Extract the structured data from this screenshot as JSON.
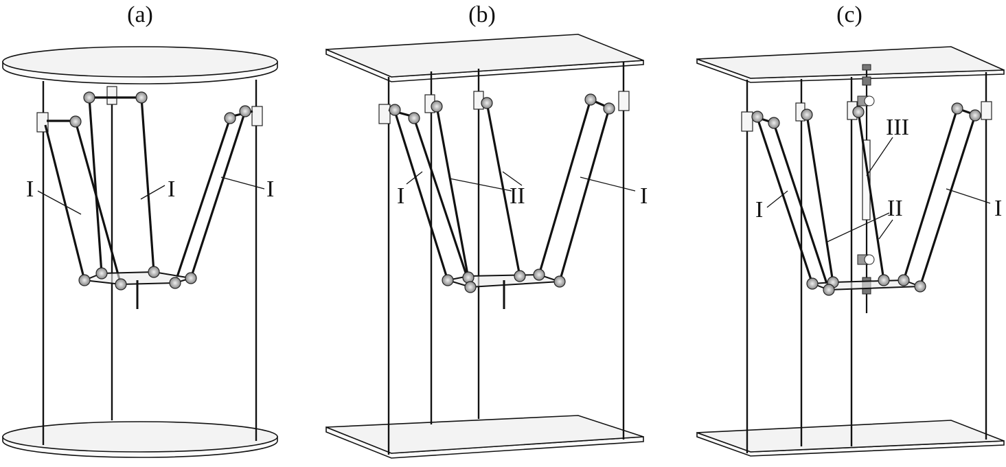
{
  "panels": [
    {
      "caption": "(a)",
      "labels": [
        "I",
        "I",
        "I"
      ]
    },
    {
      "caption": "(b)",
      "labels": [
        "I",
        "II",
        "I"
      ]
    },
    {
      "caption": "(c)",
      "labels": [
        "I",
        "III",
        "II",
        "I"
      ]
    }
  ]
}
